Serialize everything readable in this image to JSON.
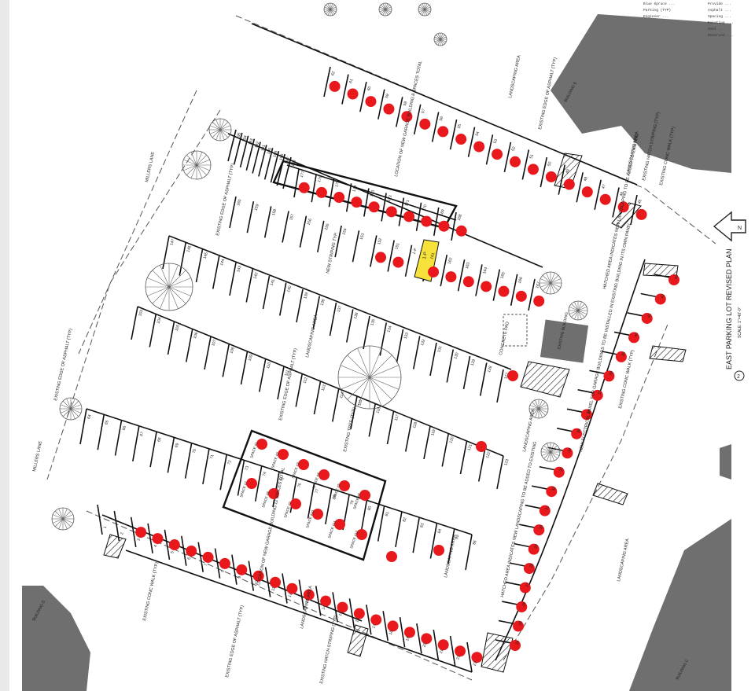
{
  "title": "EAST PARKING LOT REVISED PLAN",
  "scale": "SCALE: 1\"=40'-0\"",
  "sheet_number": "2",
  "north_arrow_label": "N",
  "buildings": [
    "BUILDING E",
    "BUILDING D",
    "BUILDING C"
  ],
  "labels": {
    "landscaping_area": "LANDSCAPING AREA",
    "existing_edge_asphalt": "EXISTING EDGE OF ASPHALT (TYP)",
    "existing_hatch_striping": "EXISTING HATCH STRIPING (TYP)",
    "existing_conc_walk": "EXISTING CONC WALK (TYP)",
    "new_garage_north": "LOCATION OF NEW GARAGE BUILDING 8 SPACES TOTAL",
    "new_garage_south": "LOCATION OF NEW GARAGE BUILDING 12 SPACES TOTAL",
    "new_striping": "NEW STRIPING TYP.",
    "hatched_area": "HATCHED AREA INDICATES NEW LANDSCAPING TO BE ADDED TO EXISTING",
    "existing_tree": "EXISTING TREE (TYP)",
    "concrete_pad": "CONCRETE PAD",
    "electrical_panel": "NEW ELECTRICAL PANEL FOR GARAGE BUILDINGS TO BE INSTALLED IN EXISTING BUILDING IN ITS OWN PANEL",
    "millers_lane_1": "MILLERS LANE",
    "millers_lane_2": "MILLERS LANE",
    "existing_building_small": "EXISTING BUILDING",
    "typ": "TYP"
  },
  "notes": [
    "Blue Spruce ...",
    "Parking (TYP)",
    "Engineer ...",
    "Provide ...",
    "Asphalt ...",
    "Spacing ...",
    "Existing ...",
    "Seal ...",
    "Reserved ..."
  ],
  "garage_spaces": [
    "SPACE #1",
    "SPACE #2",
    "SPACE #3",
    "SPACE #4",
    "SPACE #5",
    "SPACE #6",
    "SPACE #7",
    "SPACE #8",
    "SPACE #9",
    "SPACE #10",
    "SPACE #11",
    "SPACE #12"
  ],
  "highlighted_stall": "1-P",
  "stall_rows": [
    {
      "name": "north-row",
      "numbers": [
        "62",
        "61",
        "60",
        "59",
        "58",
        "57",
        "56",
        "55",
        "54",
        "53",
        "52",
        "51",
        "50",
        "49",
        "48",
        "47",
        "46",
        "45"
      ]
    },
    {
      "name": "upper-left-row",
      "numbers": [
        "195",
        "194",
        "193",
        "192",
        "191",
        "190",
        "189",
        "188",
        "187",
        "186"
      ]
    },
    {
      "name": "garage-north-row",
      "numbers": [
        "177",
        "176",
        "175",
        "174",
        "173",
        "172",
        "171",
        "170",
        "169",
        "168"
      ]
    },
    {
      "name": "garage-north-lower",
      "numbers": [
        "160",
        "159",
        "158",
        "157",
        "156",
        "155",
        "154",
        "153",
        "152",
        "151",
        "1-P",
        "161",
        "162",
        "163",
        "164",
        "165",
        "166",
        "167"
      ]
    },
    {
      "name": "middle-row-a",
      "numbers": [
        "147",
        "146",
        "145",
        "144",
        "143",
        "142",
        "141",
        "140",
        "139",
        "138",
        "137",
        "136",
        "135",
        "134",
        "133",
        "132",
        "131",
        "130",
        "129",
        "128",
        "127"
      ]
    },
    {
      "name": "middle-row-b",
      "numbers": [
        "103",
        "104",
        "105",
        "106",
        "107",
        "108",
        "109",
        "110",
        "111",
        "112",
        "113",
        "114",
        "115",
        "116",
        "117",
        "118",
        "119",
        "120",
        "121",
        "122",
        "123"
      ]
    },
    {
      "name": "lower-row",
      "numbers": [
        "64",
        "65",
        "66",
        "67",
        "68",
        "69",
        "70",
        "71",
        "72",
        "73",
        "74",
        "75",
        "76",
        "77",
        "78",
        "79",
        "80",
        "81",
        "82",
        "83",
        "84",
        "85",
        "86"
      ]
    },
    {
      "name": "south-row",
      "numbers": [
        "1",
        "2",
        "3",
        "4",
        "5",
        "6",
        "7",
        "8",
        "9",
        "10",
        "11",
        "12",
        "13",
        "14",
        "15",
        "16",
        "17",
        "18",
        "19",
        "20",
        "21",
        "22",
        "23"
      ]
    },
    {
      "name": "east-curve-row",
      "numbers": [
        "43",
        "42",
        "41",
        "40",
        "39",
        "38",
        "37",
        "36",
        "35",
        "34",
        "33",
        "32",
        "31",
        "30",
        "29",
        "28",
        "27",
        "26",
        "25",
        "24"
      ]
    }
  ],
  "colors": {
    "marker": "#e8181c",
    "highlight": "#f6e23a",
    "building": "#6f6f6f",
    "line": "#111111"
  }
}
